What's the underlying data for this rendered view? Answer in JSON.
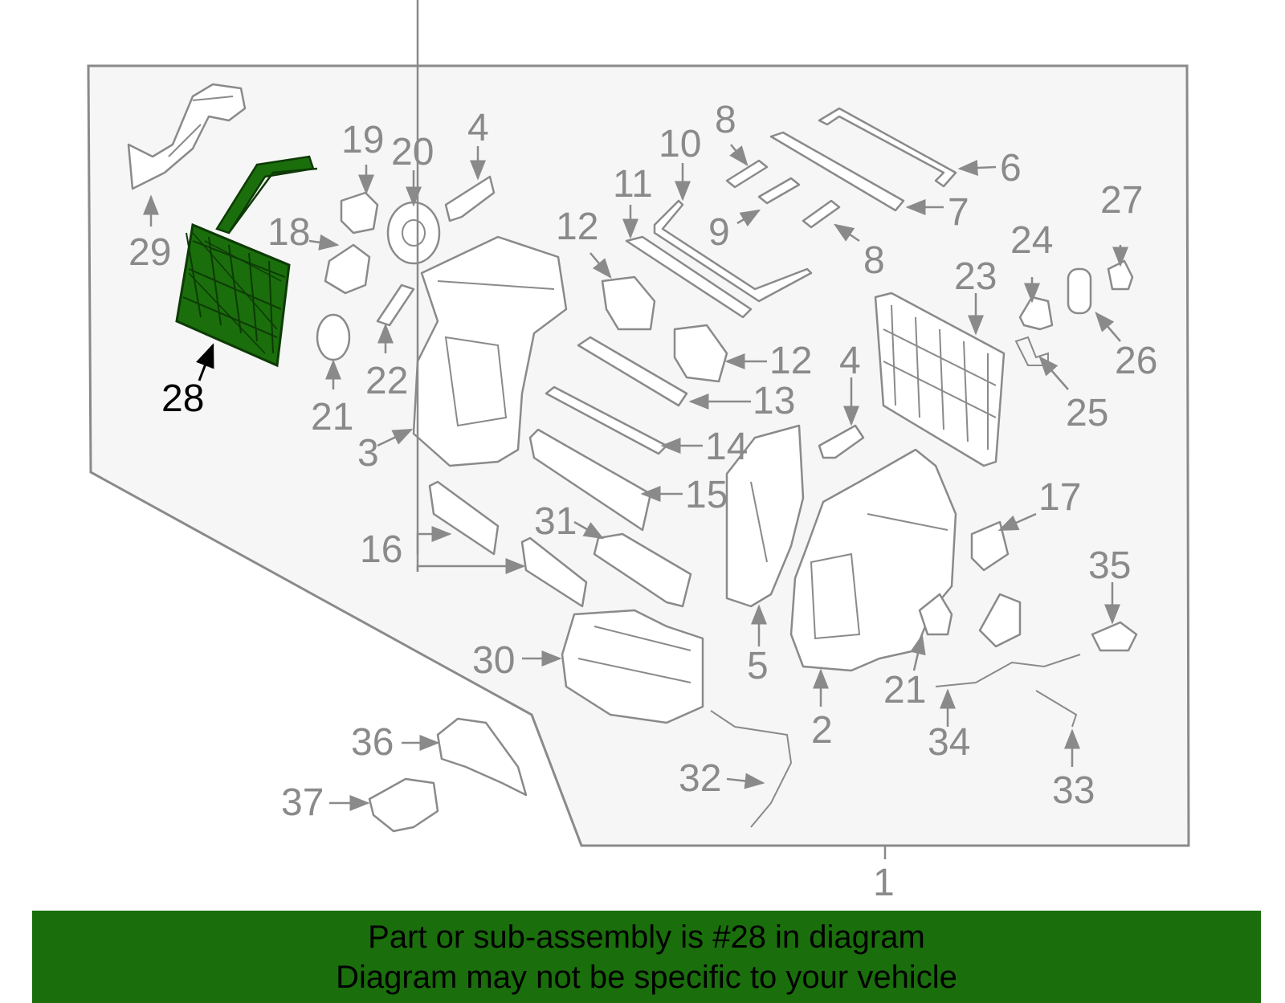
{
  "diagram": {
    "highlighted_part": "28",
    "labels": [
      "29",
      "19",
      "20",
      "4",
      "10",
      "8",
      "6",
      "7",
      "9",
      "8",
      "11",
      "12",
      "18",
      "28",
      "21",
      "22",
      "3",
      "12",
      "13",
      "4",
      "23",
      "24",
      "27",
      "26",
      "25",
      "14",
      "15",
      "16",
      "31",
      "17",
      "35",
      "5",
      "30",
      "21",
      "2",
      "34",
      "33",
      "32",
      "36",
      "37",
      "1"
    ]
  },
  "banner": {
    "line1": "Part or sub-assembly is #28 in diagram",
    "line2": "Diagram may not be specific to your vehicle"
  },
  "colors": {
    "highlight": "#1a6e0c",
    "part_stroke": "#8a8a8a",
    "background_panel": "#f6f6f6"
  }
}
